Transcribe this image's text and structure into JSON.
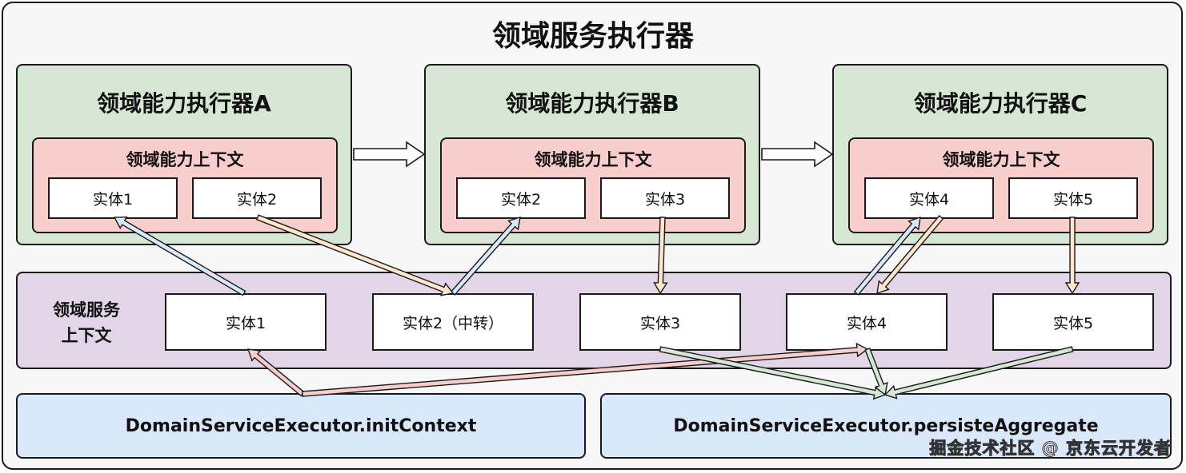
{
  "title": "领域服务执行器",
  "executors": [
    {
      "title": "领域能力执行器A",
      "context_title": "领域能力上下文",
      "entities": [
        "实体1",
        "实体2"
      ]
    },
    {
      "title": "领域能力执行器B",
      "context_title": "领域能力上下文",
      "entities": [
        "实体2",
        "实体3"
      ]
    },
    {
      "title": "领域能力执行器C",
      "context_title": "领域能力上下文",
      "entities": [
        "实体4",
        "实体5"
      ]
    }
  ],
  "service_context": {
    "title_line1": "领域服务",
    "title_line2": "上下文",
    "entities": [
      "实体1",
      "实体2（中转）",
      "实体3",
      "实体4",
      "实体5"
    ]
  },
  "bottom": {
    "init": "DomainServiceExecutor.initContext",
    "persist": "DomainServiceExecutor.persisteAggregate"
  },
  "watermark": "掘金技术社区 @ 京东云开发者",
  "colors": {
    "executor_fill": "#d6e8d4",
    "context_fill": "#f8cecc",
    "service_fill": "#e1d5e7",
    "bottom_fill": "#dae8fc",
    "arrow_blue": "#dae8fc",
    "arrow_orange": "#ffe6cc",
    "arrow_pink": "#f8cecc",
    "arrow_green": "#d5e8d4"
  }
}
